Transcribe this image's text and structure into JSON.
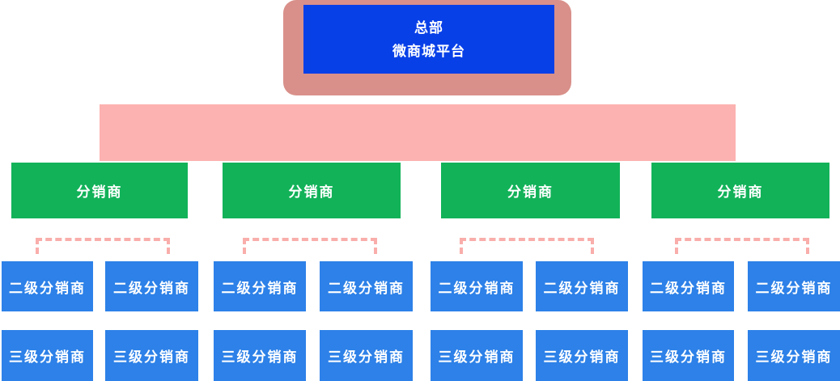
{
  "colors": {
    "hq-box": "#0840e8",
    "hq-frame": "#d9908a",
    "connector-bar": "#fcb2b0",
    "dashed-connector": "#f9aeab",
    "distributor-box": "#12b259",
    "sub-box": "#2d81e8",
    "label-text": "#ffffff"
  },
  "org_chart": {
    "headquarters": {
      "line1": "总部",
      "line2": "微商城平台"
    },
    "branches": [
      {
        "distributor": "分销商",
        "sub_distributors": [
          "二级分销商",
          "二级分销商"
        ],
        "third_level_distributors": [
          "三级分销商",
          "三级分销商"
        ]
      },
      {
        "distributor": "分销商",
        "sub_distributors": [
          "二级分销商",
          "二级分销商"
        ],
        "third_level_distributors": [
          "三级分销商",
          "三级分销商"
        ]
      },
      {
        "distributor": "分销商",
        "sub_distributors": [
          "二级分销商",
          "二级分销商"
        ],
        "third_level_distributors": [
          "三级分销商",
          "三级分销商"
        ]
      },
      {
        "distributor": "分销商",
        "sub_distributors": [
          "二级分销商",
          "二级分销商"
        ],
        "third_level_distributors": [
          "三级分销商",
          "三级分销商"
        ]
      }
    ]
  }
}
